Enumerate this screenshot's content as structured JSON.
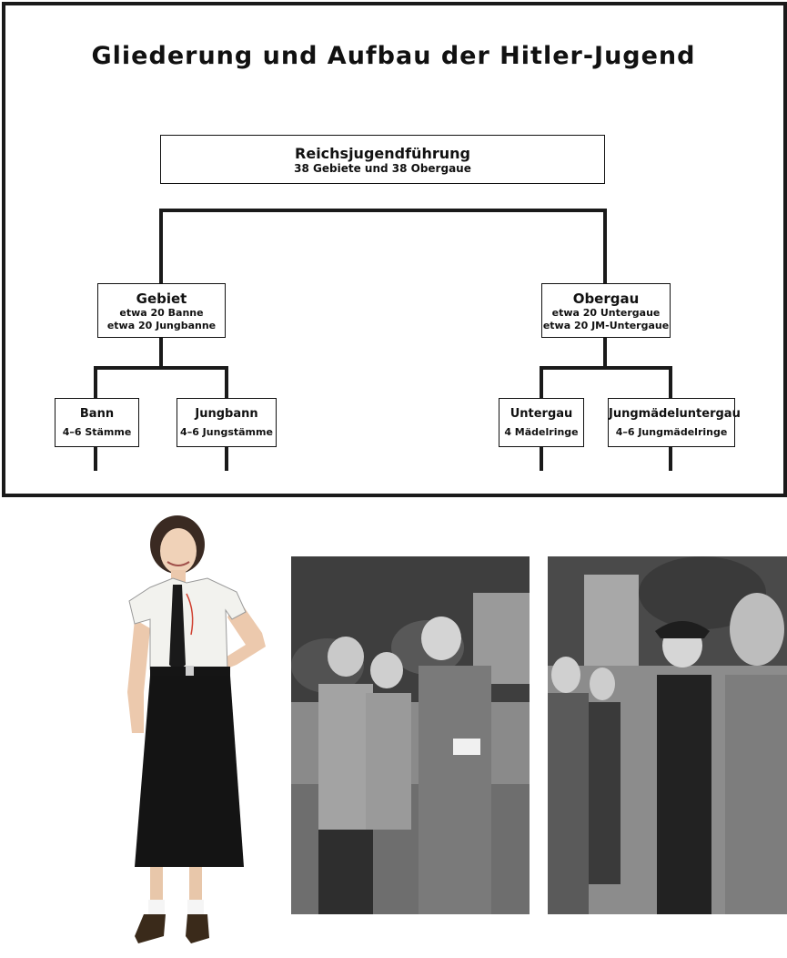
{
  "title": "Gliederung und Aufbau der Hitler-Jugend",
  "root": {
    "title": "Reichsjugendführung",
    "sub": "38 Gebiete und 38 Obergaue"
  },
  "left": {
    "title": "Gebiet",
    "sub1": "etwa 20 Banne",
    "sub2": "etwa 20 Jungbanne",
    "children": [
      {
        "title": "Bann",
        "sub": "4–6 Stämme"
      },
      {
        "title": "Jungbann",
        "sub": "4–6 Jungstämme"
      }
    ]
  },
  "right": {
    "title": "Obergau",
    "sub1": "etwa 20 Untergaue",
    "sub2": "etwa 20 JM-Untergaue",
    "children": [
      {
        "title": "Untergau",
        "sub": "4 Mädelringe"
      },
      {
        "title": "Jungmädeluntergau",
        "sub": "4–6 Jungmädelringe"
      }
    ]
  },
  "colors": {
    "line": "#1a1a1a",
    "skirt": "#141414",
    "blouse": "#f2f2ee"
  }
}
